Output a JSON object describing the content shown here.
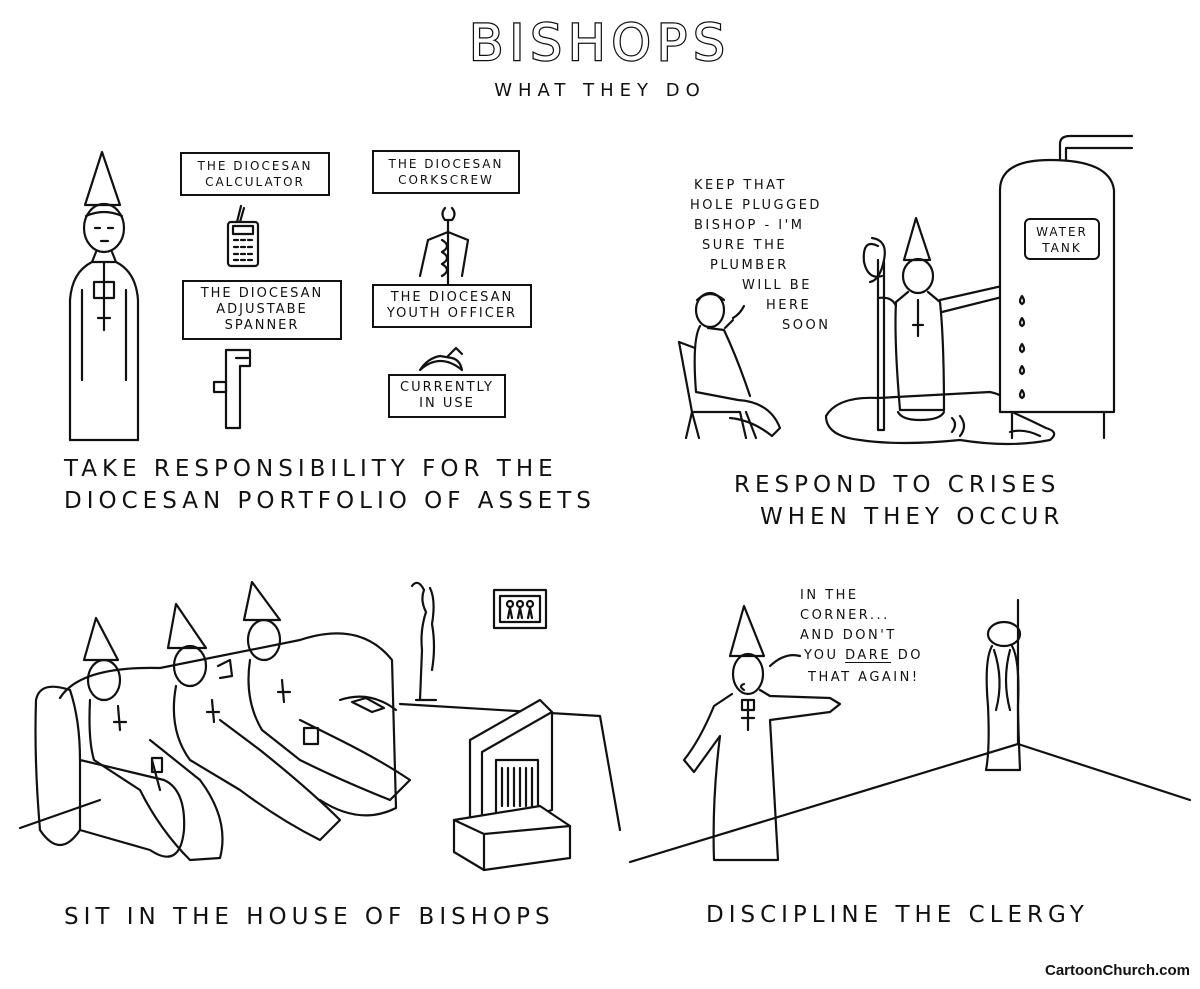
{
  "header": {
    "title": "BISHOPS",
    "subtitle": "WHAT THEY DO"
  },
  "panel1": {
    "caption_line1": "TAKE RESPONSIBILITY FOR THE",
    "caption_line2": "DIOCESAN PORTFOLIO OF ASSETS",
    "labels": {
      "calculator": "THE DIOCESAN CALCULATOR",
      "corkscrew": "THE DIOCESAN CORKSCREW",
      "spanner": "THE DIOCESAN ADJUSTABE SPANNER",
      "youth_officer": "THE DIOCESAN YOUTH OFFICER",
      "in_use": "CURRENTLY IN USE"
    }
  },
  "panel2": {
    "caption_line1": "RESPOND TO CRISES",
    "caption_line2": "WHEN THEY OCCUR",
    "speech": [
      "KEEP THAT",
      "HOLE PLUGGED",
      "BISHOP - I'M",
      "SURE THE",
      "PLUMBER",
      "WILL BE",
      "HERE",
      "SOON"
    ],
    "tank_label": "WATER TANK"
  },
  "panel3": {
    "caption": "SIT IN THE HOUSE OF BISHOPS"
  },
  "panel4": {
    "caption": "DISCIPLINE THE CLERGY",
    "speech_line1": "IN THE",
    "speech_line2": "CORNER...",
    "speech_line3": "AND DON'T",
    "speech_line4_pre": "YOU",
    "speech_line4_emph": "DARE",
    "speech_line4_post": "DO",
    "speech_line5": "THAT AGAIN!"
  },
  "credit": "CartoonChurch.com"
}
